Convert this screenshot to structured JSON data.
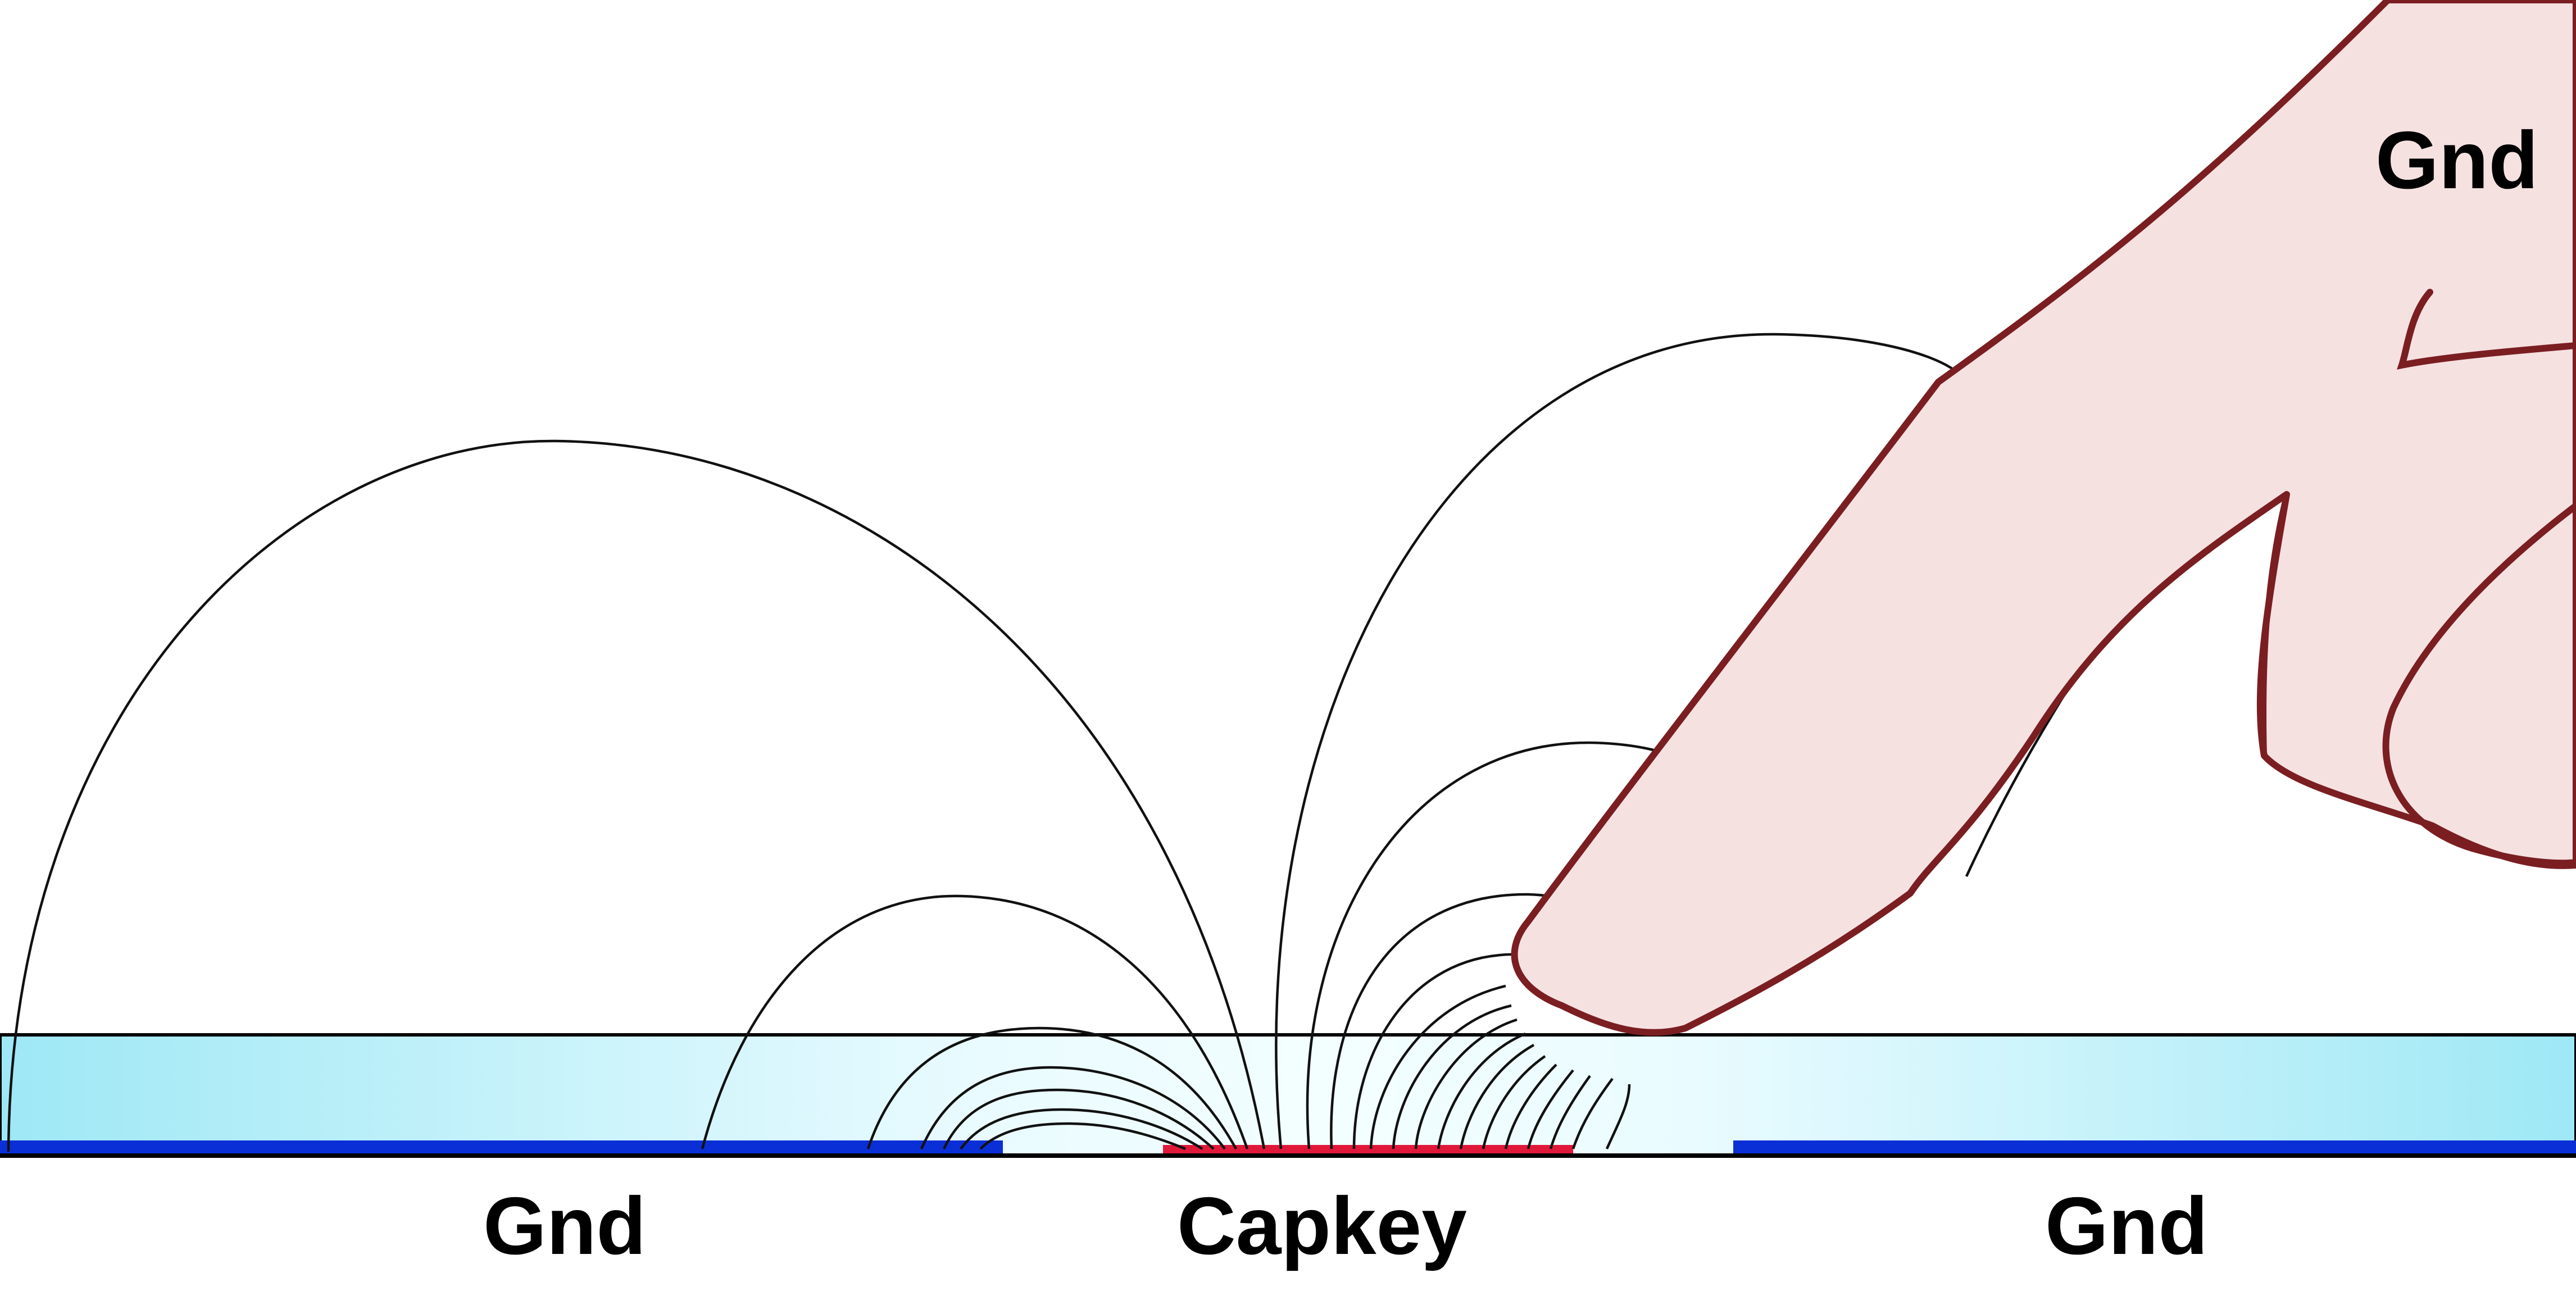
{
  "labels": {
    "gnd_left": "Gnd",
    "capkey": "Capkey",
    "gnd_right": "Gnd",
    "gnd_finger": "Gnd"
  },
  "colors": {
    "overlay_outer": "#9ee8f5",
    "overlay_inner": "#f0fdff",
    "ground_electrode": "#0a2fd6",
    "capkey_electrode": "#e0183a",
    "finger_fill": "#f6e1e1",
    "finger_outline": "#7a1e22",
    "field_lines": "#111111"
  },
  "icons": {
    "finger": "pointing-finger-icon"
  }
}
